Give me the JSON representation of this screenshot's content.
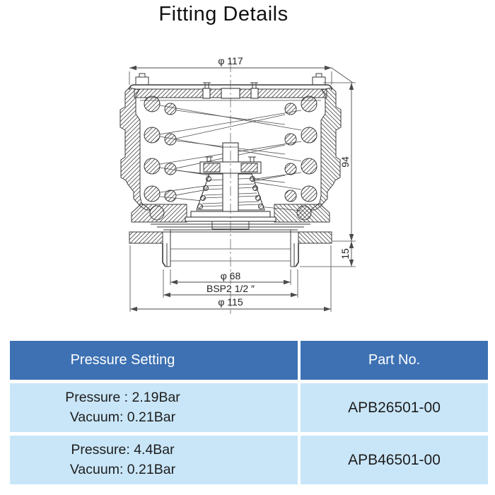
{
  "title": "Fitting Details",
  "drawing": {
    "description": "cross-section of pressure vacuum relief valve fitting",
    "dims": {
      "top_diameter": "φ 117",
      "overall_height": "94",
      "neck_height": "15",
      "inner_diameter": "φ 68",
      "thread": "BSP2 1/2 ″",
      "flange_diameter": "φ 115"
    }
  },
  "table": {
    "headers": [
      "Pressure Setting",
      "Part No."
    ],
    "rows": [
      {
        "pressure": "Pressure : 2.19Bar",
        "vacuum": "Vacuum: 0.21Bar",
        "part_no": "APB26501-00"
      },
      {
        "pressure": "Pressure: 4.4Bar",
        "vacuum": "Vacuum: 0.21Bar",
        "part_no": "APB46501-00"
      }
    ]
  },
  "colors": {
    "header_bg": "#3d71b3",
    "row_bg": "#c9e6f8",
    "header_text": "#ffffff",
    "line": "#3a3a3a"
  }
}
